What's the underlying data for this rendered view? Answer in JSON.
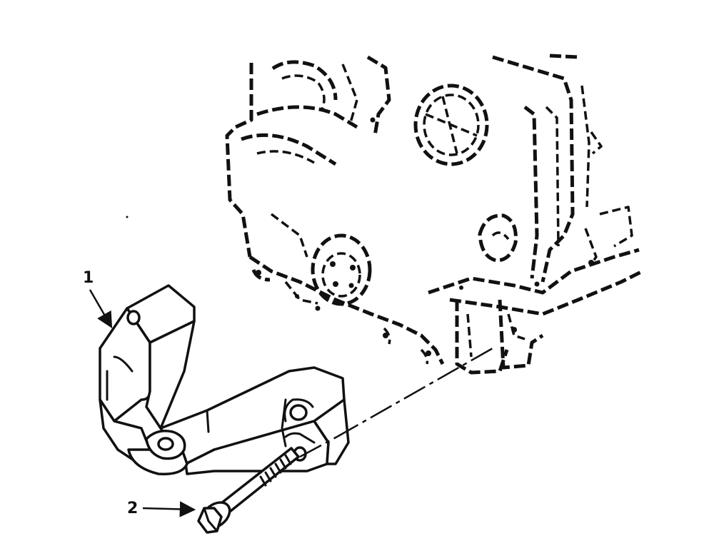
{
  "callouts": [
    {
      "number": "1",
      "part": "mount-bracket"
    },
    {
      "number": "2",
      "part": "bracket-bolt"
    }
  ],
  "colors": {
    "ink": "#111111",
    "paper": "#ffffff"
  }
}
